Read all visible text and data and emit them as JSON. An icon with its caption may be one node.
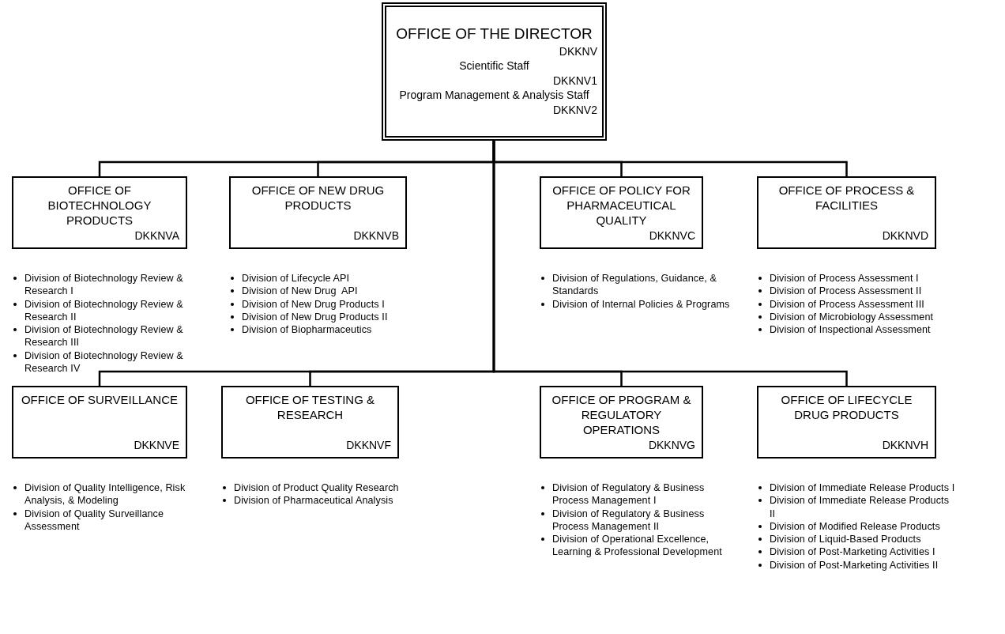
{
  "diagram": {
    "nodes": [
      {
        "text": [
          "OFFICE OF THE DIRECTOR",
          "DKKNV",
          "Scientific Staff",
          "DKKNV1",
          "Program Management & Analysis Staff",
          "DKKNV2"
        ]
      },
      {
        "text": [
          "OFFICE OF BIOTECHNOLOGY PRODUCTS",
          "DKKNVA"
        ],
        "beside": [
          "Division of Biotechnology Review & Research I",
          "Division of Biotechnology Review & Research II",
          "Division of Biotechnology Review & Research III",
          "Division of Biotechnology Review & Research IV"
        ]
      },
      {
        "text": [
          "OFFICE OF NEW DRUG PRODUCTS",
          "DKKNVB"
        ],
        "beside": [
          "Division of Lifecycle API",
          "Division of New Drug  API",
          "Division of New Drug Products I",
          "Division of New Drug Products II",
          "Division of Biopharmaceutics"
        ]
      },
      {
        "text": [
          "OFFICE OF POLICY FOR PHARMACEUTICAL QUALITY",
          "DKKNVC"
        ],
        "beside": [
          "Division of Regulations, Guidance, & Standards",
          "Division of Internal Policies & Programs"
        ]
      },
      {
        "text": [
          "OFFICE OF PROCESS & FACILITIES",
          "DKKNVD"
        ],
        "beside": [
          "Division of Process Assessment I",
          "Division of Process Assessment II",
          "Division of Process Assessment III",
          "Division of Microbiology Assessment",
          "Division of Inspectional Assessment"
        ]
      },
      {
        "text": [
          "OFFICE OF SURVEILLANCE",
          "DKKNVE"
        ],
        "beside": [
          "Division of Quality Intelligence, Risk Analysis, & Modeling",
          "Division of Quality Surveillance Assessment"
        ]
      },
      {
        "text": [
          "OFFICE OF TESTING & RESEARCH",
          "DKKNVF"
        ],
        "beside": [
          "Division of Product Quality Research",
          "Division of Pharmaceutical Analysis"
        ]
      },
      {
        "text": [
          "OFFICE OF PROGRAM & REGULATORY OPERATIONS",
          "DKKNVG"
        ],
        "beside": [
          "Division of Regulatory & Business Process Management I",
          "Division of Regulatory & Business Process Management II",
          "Division of Operational Excellence, Learning & Professional Development"
        ]
      },
      {
        "text": [
          "OFFICE OF LIFECYCLE DRUG PRODUCTS",
          "DKKNVH"
        ],
        "beside": [
          "Division of Immediate Release Products I",
          "Division of Immediate Release Products II",
          "Division of Modified Release Products",
          "Division of Liquid-Based Products",
          "Division of Post-Marketing Activities I",
          "Division of Post-Marketing Activities II"
        ]
      }
    ],
    "edges": [
      {
        "from": 0,
        "to": 1,
        "arrow": "none"
      },
      {
        "from": 0,
        "to": 2,
        "arrow": "none"
      },
      {
        "from": 0,
        "to": 3,
        "arrow": "none"
      },
      {
        "from": 0,
        "to": 4,
        "arrow": "none"
      },
      {
        "from": 0,
        "to": 5,
        "arrow": "none"
      },
      {
        "from": 0,
        "to": 6,
        "arrow": "none"
      },
      {
        "from": 0,
        "to": 7,
        "arrow": "none"
      },
      {
        "from": 0,
        "to": 8,
        "arrow": "none"
      }
    ]
  }
}
